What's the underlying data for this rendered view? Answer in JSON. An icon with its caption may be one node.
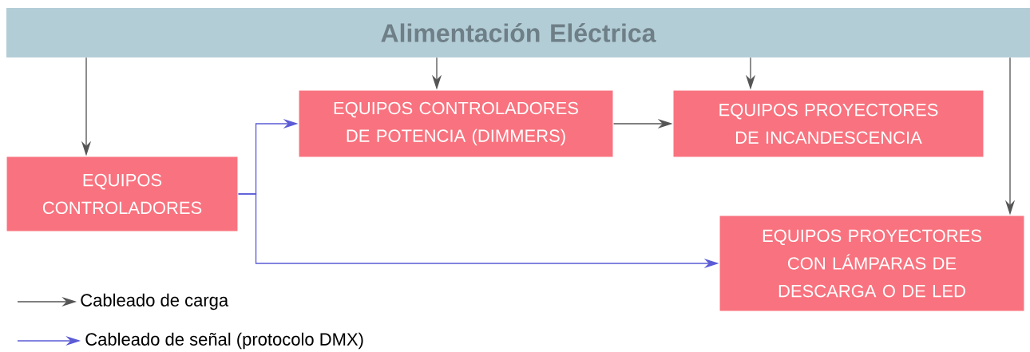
{
  "diagram": {
    "nodes": [
      {
        "text": [
          "Alimentación Eléctrica"
        ]
      },
      {
        "text": [
          "EQUIPOS CONTROLADORES"
        ]
      },
      {
        "text": [
          "EQUIPOS CONTROLADORES DE POTENCIA (DIMMERS)"
        ]
      },
      {
        "text": [
          "EQUIPOS PROYECTORES DE INCANDESCENCIA"
        ]
      },
      {
        "text": [
          "EQUIPOS PROYECTORES CON LÁMPARAS DE DESCARGA O DE LED"
        ]
      }
    ],
    "edges": [
      {
        "from": 0,
        "to": 1,
        "arrow": "to"
      },
      {
        "from": 0,
        "to": 2,
        "arrow": "to"
      },
      {
        "from": 0,
        "to": 3,
        "arrow": "to"
      },
      {
        "from": 0,
        "to": 4,
        "arrow": "to"
      },
      {
        "from": 2,
        "to": 3,
        "arrow": "to"
      },
      {
        "from": 1,
        "to": 2,
        "arrow": "to",
        "color": "#5b5bd6"
      },
      {
        "from": 1,
        "to": 4,
        "arrow": "to",
        "color": "#5b5bd6"
      }
    ],
    "legend": [
      {
        "text": "Cableado de carga"
      },
      {
        "text": "Cableado de señal (protocolo DMX)"
      }
    ]
  }
}
